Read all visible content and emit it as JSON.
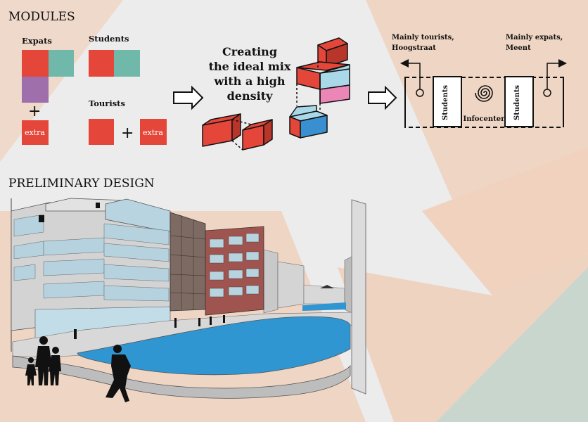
{
  "sections": {
    "modules_title": "MODULES",
    "design_title": "PRELIMINARY DESIGN"
  },
  "modules": {
    "expats": "Expats",
    "students": "Students",
    "tourists": "Tourists",
    "extra_1": "extra",
    "extra_2": "extra",
    "plus_1": "+",
    "plus_2": "+"
  },
  "concept": {
    "line1": "Creating",
    "line2": "the ideal mix",
    "line3": "with a high",
    "line4": "density"
  },
  "plan": {
    "left_note_1": "Mainly tourists,",
    "left_note_2": "Hoogstraat",
    "right_note_1": "Mainly expats,",
    "right_note_2": "Meent",
    "students_left": "Students",
    "students_right": "Students",
    "infocenter": "Infocenter"
  },
  "colors": {
    "red": "#e4473a",
    "teal": "#6fb8aa",
    "purple": "#9e6faa",
    "lightblue": "#a9d8e8",
    "blue": "#3a8fd0",
    "pink": "#ec86b6",
    "water": "#2f96d2",
    "bg_peach": "#efd6c6",
    "bg_green": "#c9d6cd"
  },
  "icons": [
    "arrow-right-icon",
    "arrow-right-icon",
    "spiral-icon",
    "entrance-circle-icon",
    "exit-arrow-icon"
  ]
}
